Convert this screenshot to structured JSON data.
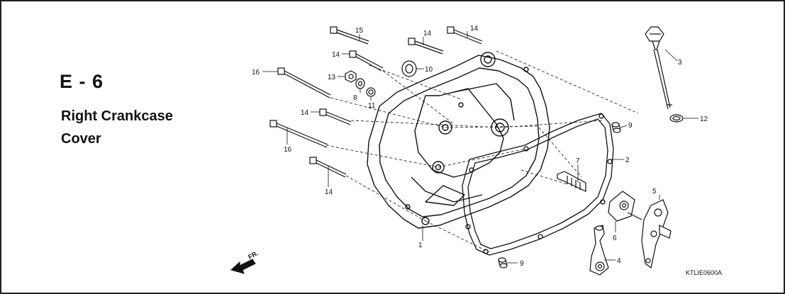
{
  "header": {
    "section_code": "E - 6",
    "title_line1": "Right Crankcase",
    "title_line2": "Cover"
  },
  "diagram": {
    "reference_code": "KTLIE0600A",
    "direction_label": "FR.",
    "callouts": {
      "c1": "1",
      "c2": "2",
      "c3": "3",
      "c4": "4",
      "c5": "5",
      "c6": "6",
      "c7": "7",
      "c8": "8",
      "c9a": "9",
      "c9b": "9",
      "c10": "10",
      "c11": "11",
      "c12": "12",
      "c13": "13",
      "c14a": "14",
      "c14b": "14",
      "c14c": "14",
      "c14d": "14",
      "c14e": "14",
      "c15": "15",
      "c16a": "16",
      "c16b": "16"
    }
  }
}
